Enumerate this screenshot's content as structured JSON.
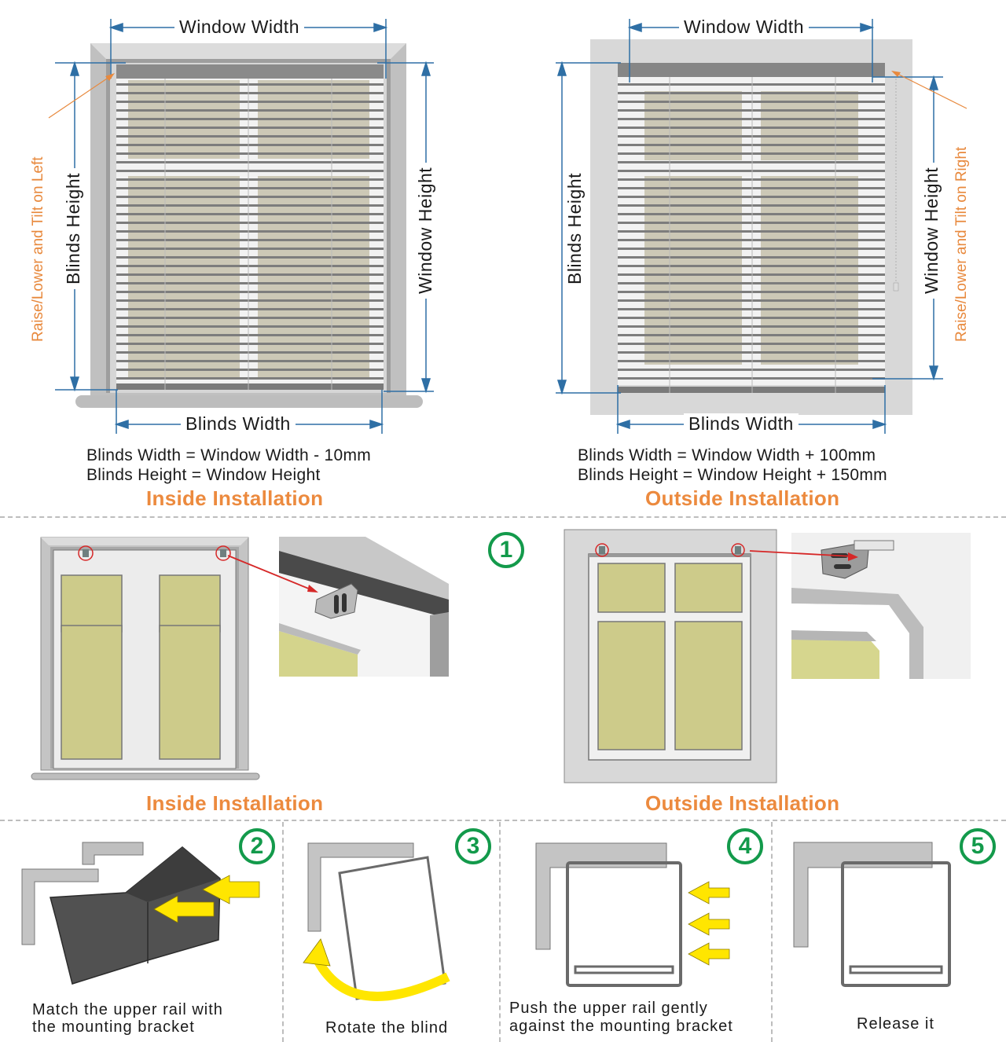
{
  "colors": {
    "dimension_line": "#2e6fa5",
    "accent_orange": "#ec8a3e",
    "step_green": "#139a4b",
    "arrow_yellow": "#ffee00",
    "pointer_red": "#d62828",
    "glass": "#cdcb8a",
    "frame_gray": "#c4c4c4",
    "wall_gray": "#d8d8d8",
    "rail_dark": "#5a5a5a"
  },
  "measure": {
    "inside": {
      "window_width_label": "Window Width",
      "blinds_width_label": "Blinds Width",
      "blinds_height_label": "Blinds Height",
      "window_height_label": "Window Height",
      "control_note": "Raise/Lower and Tilt on Left",
      "formula_width": "Blinds Width = Window Width - 10mm",
      "formula_height": "Blinds Height = Window Height",
      "title": "Inside Installation"
    },
    "outside": {
      "window_width_label": "Window Width",
      "blinds_width_label": "Blinds Width",
      "blinds_height_label": "Blinds Height",
      "window_height_label": "Window Height",
      "control_note": "Raise/Lower and Tilt on Right",
      "formula_width": "Blinds Width = Window Width + 100mm",
      "formula_height": "Blinds Height = Window Height + 150mm",
      "title": "Outside Installation"
    }
  },
  "mounting": {
    "step_number": "1",
    "inside_title": "Inside Installation",
    "outside_title": "Outside Installation"
  },
  "steps": [
    {
      "number": "2",
      "caption_line1": "Match the upper rail with",
      "caption_line2": "the mounting bracket"
    },
    {
      "number": "3",
      "caption_line1": "Rotate the blind",
      "caption_line2": ""
    },
    {
      "number": "4",
      "caption_line1": "Push the upper rail gently",
      "caption_line2": "against the mounting bracket"
    },
    {
      "number": "5",
      "caption_line1": "Release it",
      "caption_line2": ""
    }
  ]
}
